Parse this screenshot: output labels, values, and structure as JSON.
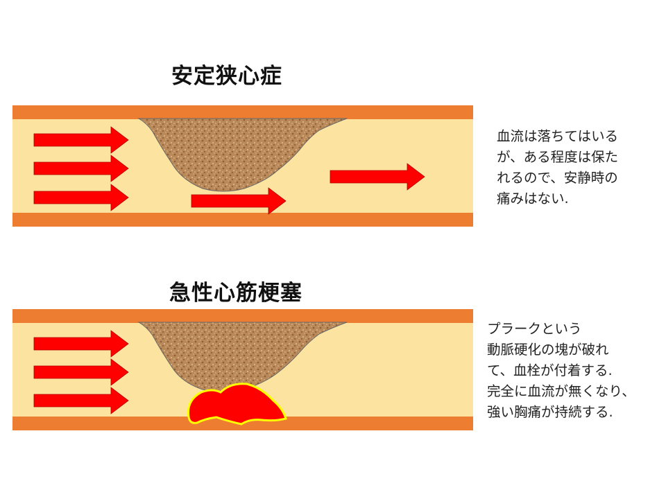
{
  "stable_angina": {
    "title": "安定狭心症",
    "description": "血流は落ちてはいる\nが、ある程度は保た\nれるので、安静時の\n痛みはない."
  },
  "acute_mi": {
    "title": "急性心筋梗塞",
    "description": "プラークという\n動脈硬化の塊が破れ\nて、血栓が付着する.\n完全に血流が無くなり、\n強い胸痛が持続する."
  },
  "colors": {
    "vessel_wall": "#ED7D31",
    "lumen": "#FCE4A0",
    "plaque": "#B9895A",
    "arrow": "#FF0000",
    "thrombus": "#FF0000",
    "thrombus_outline": "#FFFF00"
  }
}
